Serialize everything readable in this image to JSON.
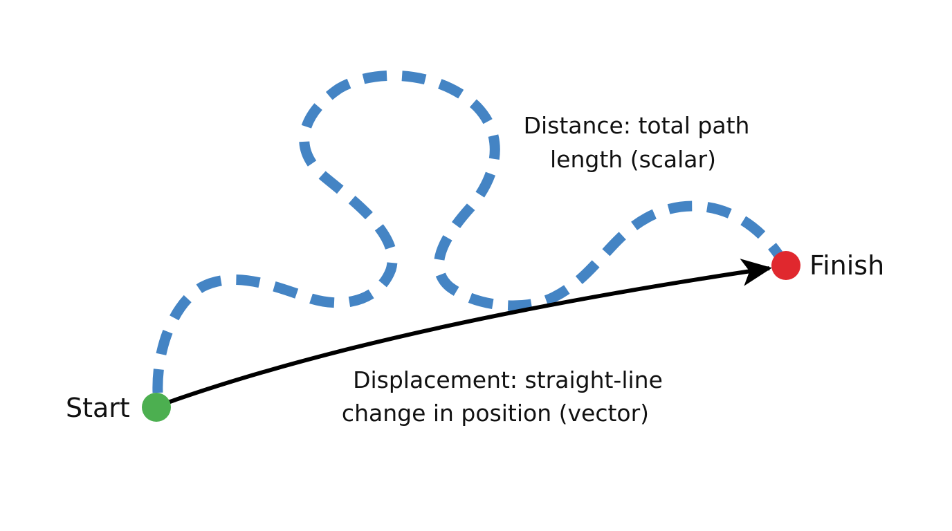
{
  "diagram": {
    "start_label": "Start",
    "finish_label": "Finish",
    "distance_caption": {
      "line1": "Distance: total path",
      "line2": "length (scalar)"
    },
    "displacement_caption": {
      "line1": "Displacement: straight-line",
      "line2": "change in position (vector)"
    }
  },
  "colors": {
    "path": "#4484c4",
    "displacement_arrow": "#000000",
    "start_point": "#4caf50",
    "finish_point": "#e0282e",
    "text": "#111111"
  }
}
